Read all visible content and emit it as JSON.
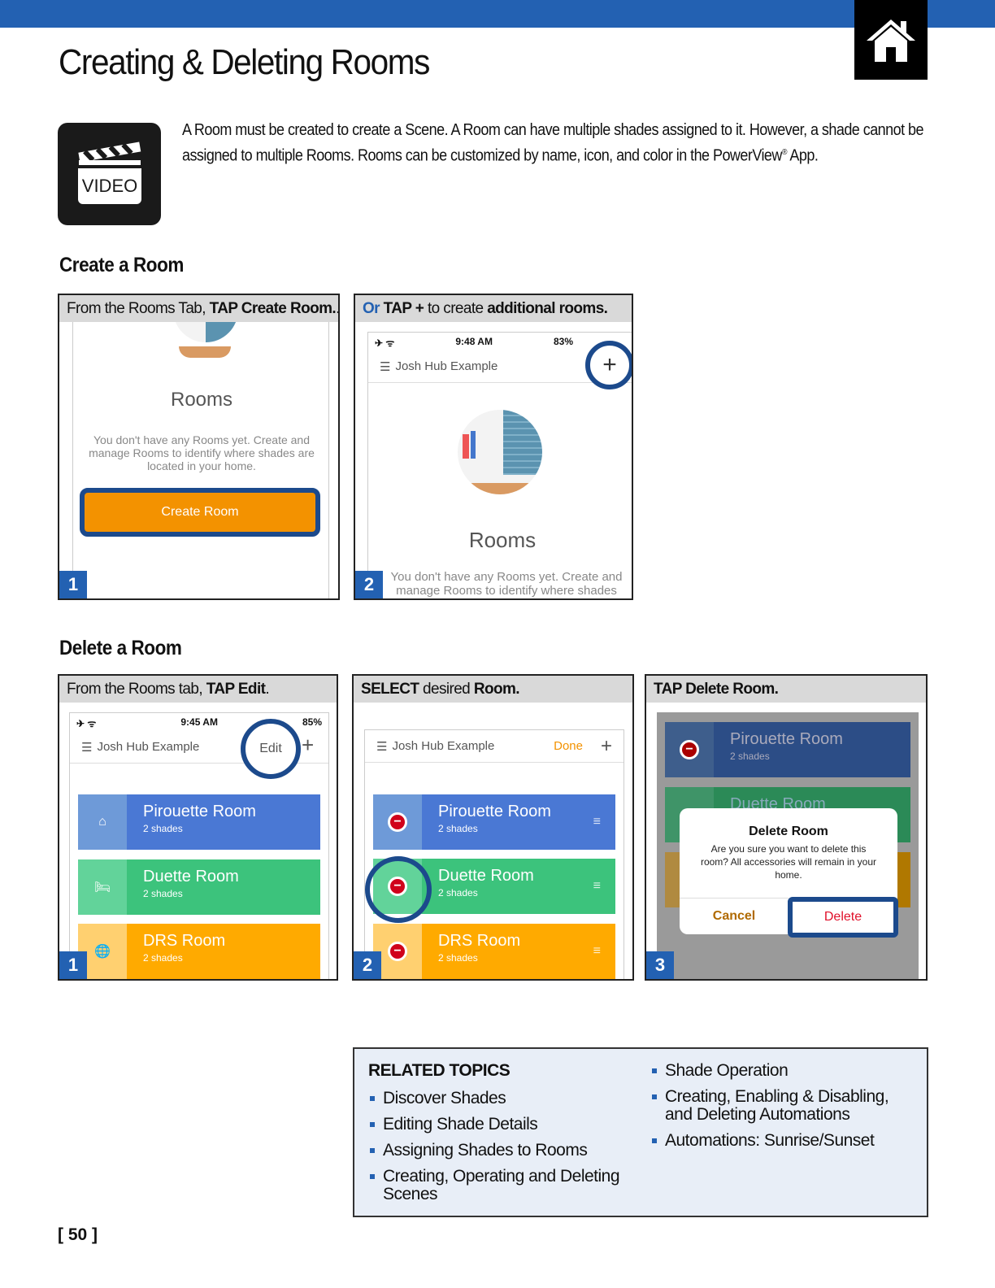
{
  "header": {
    "title": "Creating & Deleting Rooms",
    "home_icon": "home-icon",
    "accent": "#2361b2"
  },
  "video": {
    "label": "VIDEO",
    "icon": "clapperboard-icon"
  },
  "intro": {
    "text": "A Room must be created to create a Scene. A Room can have multiple shades assigned to it. However, a shade cannot be assigned to multiple Rooms. Rooms can be customized by name, icon, and color in the PowerView",
    "reg": "®",
    "end": " App."
  },
  "create": {
    "heading": "Create a Room",
    "step1": {
      "pre": "From the Rooms Tab, ",
      "bold": "TAP Create Room.",
      "post": ".",
      "num": "1",
      "rooms_title": "Rooms",
      "empty_text": "You don't have any Rooms yet. Create and manage Rooms to identify where shades are located in your home.",
      "button": "Create Room"
    },
    "step2": {
      "or": "Or",
      "bold1": "TAP +",
      "mid": " to create ",
      "bold2": "additional rooms.",
      "num": "2",
      "time": "9:48 AM",
      "battery": "83%",
      "hub": "Josh Hub Example",
      "plus": "+",
      "rooms_title": "Rooms",
      "empty_text": "You don't have any Rooms yet. Create and manage Rooms to identify where shades"
    }
  },
  "delete": {
    "heading": "Delete a Room",
    "step1": {
      "pre": "From the Rooms tab, ",
      "bold": "TAP Edit",
      "post": ".",
      "num": "1",
      "time": "9:45 AM",
      "battery": "85%",
      "hub": "Josh Hub Example",
      "edit": "Edit",
      "plus": "+"
    },
    "step2": {
      "bold1": "SELECT",
      "mid": " desired ",
      "bold2": "Room.",
      "num": "2",
      "hub": "Josh Hub Example",
      "done": "Done",
      "plus": "+"
    },
    "step3": {
      "bold": "TAP Delete Room.",
      "num": "3",
      "dialog_title": "Delete Room",
      "dialog_text": "Are you sure you want to delete this room? All accessories will remain in your home.",
      "cancel": "Cancel",
      "delete": "Delete"
    },
    "rooms": [
      {
        "name": "Pirouette Room",
        "shades": "2 shades",
        "color": "#4a78d4"
      },
      {
        "name": "Duette Room",
        "shades": "2 shades",
        "color": "#3cc37c"
      },
      {
        "name": "DRS Room",
        "shades": "2 shades",
        "color": "#ffaa00"
      }
    ]
  },
  "related": {
    "title": "RELATED TOPICS",
    "left": [
      "Discover Shades",
      "Editing Shade Details",
      "Assigning Shades to Rooms",
      "Creating, Operating and Deleting Scenes"
    ],
    "right": [
      "Shade Operation",
      "Creating, Enabling & Disabling, and Deleting Automations",
      "Automations: Sunrise/Sunset"
    ]
  },
  "page_number": "[ 50 ]"
}
